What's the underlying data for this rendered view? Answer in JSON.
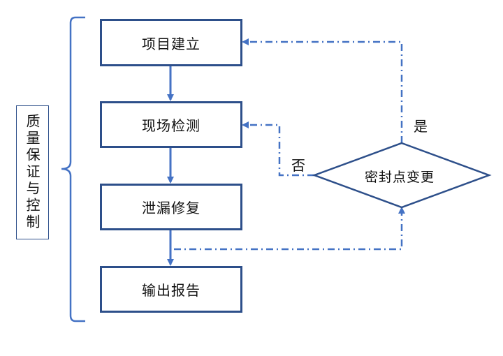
{
  "side_label": "质量保证与控制",
  "steps": [
    "项目建立",
    "现场检测",
    "泄漏修复",
    "输出报告"
  ],
  "decision": {
    "label": "密封点变更",
    "yes_label": "是",
    "no_label": "否"
  },
  "colors": {
    "border": "#2d4f8a",
    "arrow": "#4472c4",
    "dashed": "#4472c4"
  }
}
